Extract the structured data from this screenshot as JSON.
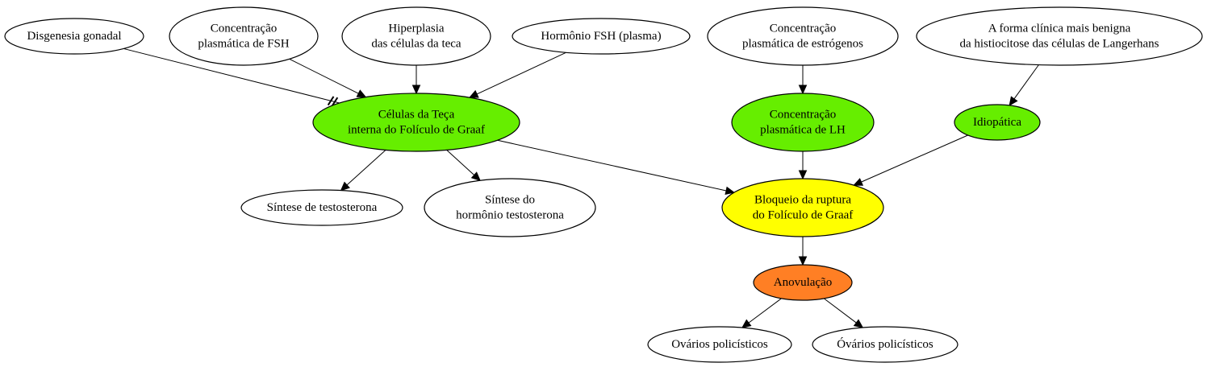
{
  "colors": {
    "background": "#ffffff",
    "default_fill": "#ffffff",
    "green": "#66ee00",
    "yellow": "#ffff00",
    "orange": "#ff7f24",
    "stroke": "#000000"
  },
  "nodes": {
    "disgenesia": {
      "lines": [
        "Disgenesia gonadal"
      ],
      "fill": "white"
    },
    "conc_fsh": {
      "lines": [
        "Concentração",
        "plasmática de FSH"
      ],
      "fill": "white"
    },
    "hiperplasia": {
      "lines": [
        "Hiperplasia",
        "das células da teca"
      ],
      "fill": "white"
    },
    "hormonio_fsh": {
      "lines": [
        "Hormônio FSH (plasma)"
      ],
      "fill": "white"
    },
    "conc_estrogenos": {
      "lines": [
        "Concentração",
        "plasmática de estrógenos"
      ],
      "fill": "white"
    },
    "histiocitose": {
      "lines": [
        "A forma clínica mais benigna",
        "da histiocitose das células de Langerhans"
      ],
      "fill": "white"
    },
    "celulas_teca": {
      "lines": [
        "Células da Teça",
        "interna do Folículo de Graaf"
      ],
      "fill": "green"
    },
    "conc_lh": {
      "lines": [
        "Concentração",
        "plasmática de LH"
      ],
      "fill": "green"
    },
    "idiopatica": {
      "lines": [
        "Idiopática"
      ],
      "fill": "green"
    },
    "sintese_testo": {
      "lines": [
        "Síntese de testosterona"
      ],
      "fill": "white"
    },
    "sintese_hormonio": {
      "lines": [
        "Síntese do",
        "hormônio testosterona"
      ],
      "fill": "white"
    },
    "bloqueio": {
      "lines": [
        "Bloqueio da ruptura",
        "do Folículo de Graaf"
      ],
      "fill": "yellow"
    },
    "anovulacao": {
      "lines": [
        "Anovulação"
      ],
      "fill": "orange"
    },
    "ovarios1": {
      "lines": [
        "Ovários policísticos"
      ],
      "fill": "white"
    },
    "ovarios2": {
      "lines": [
        "Óvários policísticos"
      ],
      "fill": "white"
    }
  },
  "edges": [
    {
      "from": "disgenesia",
      "to": "celulas_teca",
      "style": "inhibit"
    },
    {
      "from": "conc_fsh",
      "to": "celulas_teca",
      "style": "arrow"
    },
    {
      "from": "hiperplasia",
      "to": "celulas_teca",
      "style": "arrow"
    },
    {
      "from": "hormonio_fsh",
      "to": "celulas_teca",
      "style": "arrow"
    },
    {
      "from": "celulas_teca",
      "to": "sintese_testo",
      "style": "arrow"
    },
    {
      "from": "celulas_teca",
      "to": "sintese_hormonio",
      "style": "arrow"
    },
    {
      "from": "celulas_teca",
      "to": "bloqueio",
      "style": "arrow"
    },
    {
      "from": "conc_estrogenos",
      "to": "conc_lh",
      "style": "arrow"
    },
    {
      "from": "conc_lh",
      "to": "bloqueio",
      "style": "arrow"
    },
    {
      "from": "histiocitose",
      "to": "idiopatica",
      "style": "arrow"
    },
    {
      "from": "idiopatica",
      "to": "bloqueio",
      "style": "arrow"
    },
    {
      "from": "bloqueio",
      "to": "anovulacao",
      "style": "arrow"
    },
    {
      "from": "anovulacao",
      "to": "ovarios1",
      "style": "arrow"
    },
    {
      "from": "anovulacao",
      "to": "ovarios2",
      "style": "arrow"
    }
  ]
}
